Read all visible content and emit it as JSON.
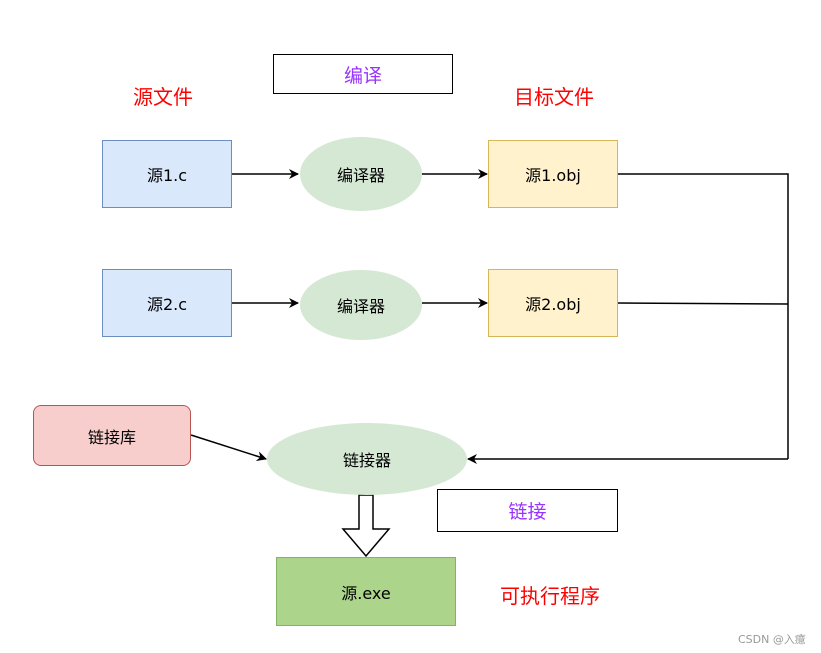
{
  "labels": {
    "source_files": "源文件",
    "object_files": "目标文件",
    "executable": "可执行程序"
  },
  "stages": {
    "compile": "编译",
    "link": "链接"
  },
  "nodes": {
    "source1": "源1.c",
    "source2": "源2.c",
    "compiler1": "编译器",
    "compiler2": "编译器",
    "object1": "源1.obj",
    "object2": "源2.obj",
    "library": "链接库",
    "linker": "链接器",
    "output": "源.exe"
  },
  "watermark": "CSDN @入癔",
  "colors": {
    "source_fill": "#dae8fc",
    "object_fill": "#fff2cc",
    "process_fill": "#d5e8d4",
    "library_fill": "#f8cecc",
    "output_fill": "#acd48a",
    "label_red": "#ff0000",
    "stage_purple": "#9933ff"
  }
}
